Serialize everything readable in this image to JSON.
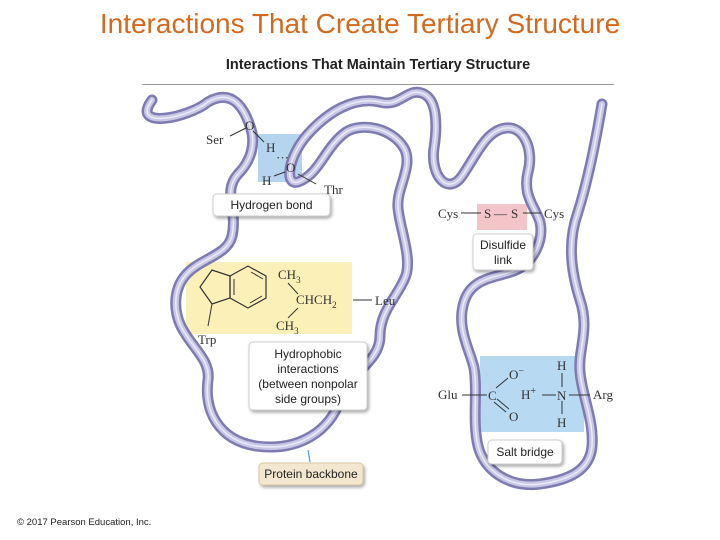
{
  "slide_title": "Interactions That Create Tertiary Structure",
  "figure": {
    "title": "Interactions That Maintain Tertiary Structure",
    "hydrogen_bond": {
      "residues": [
        "Ser",
        "Thr"
      ],
      "atoms": {
        "o1": "O",
        "h1": "H",
        "dots": "···",
        "o2": "O",
        "h2": "H"
      },
      "label": "Hydrogen bond"
    },
    "disulfide": {
      "residues": [
        "Cys",
        "Cys"
      ],
      "atoms": {
        "s1": "S",
        "bond": "—",
        "s2": "S"
      },
      "label_lines": [
        "Disulfide",
        "link"
      ]
    },
    "hydrophobic": {
      "residues": [
        "Trp",
        "Leu"
      ],
      "groups": {
        "ch3_top": "CH",
        "ch3_top_sub": "3",
        "chch2": "CHCH",
        "chch2_sub": "2",
        "ch3_bottom": "CH",
        "ch3_bottom_sub": "3"
      },
      "label_lines": [
        "Hydrophobic",
        "interactions",
        "(between nonpolar",
        "side groups)"
      ]
    },
    "salt_bridge": {
      "residues": [
        "Glu",
        "Arg"
      ],
      "atoms": {
        "o_minus": "O",
        "minus": "−",
        "c": "C",
        "o_double": "O",
        "h_plus": "H",
        "plus": "+",
        "n": "N",
        "h_top": "H",
        "h_bottom": "H"
      },
      "label": "Salt bridge"
    },
    "backbone_label": "Protein backbone"
  },
  "copyright": "© 2017 Pearson Education, Inc.",
  "colors": {
    "title": "#d2691e",
    "ribbon": "#b6b4d8",
    "ribbon_edge": "#7d7bb0",
    "hbond_highlight": "#b5d5ee",
    "disulfide_highlight": "#f3c4c8",
    "hydrophobic_highlight": "#fbf1b8",
    "salt_highlight": "#b8d9f2"
  }
}
